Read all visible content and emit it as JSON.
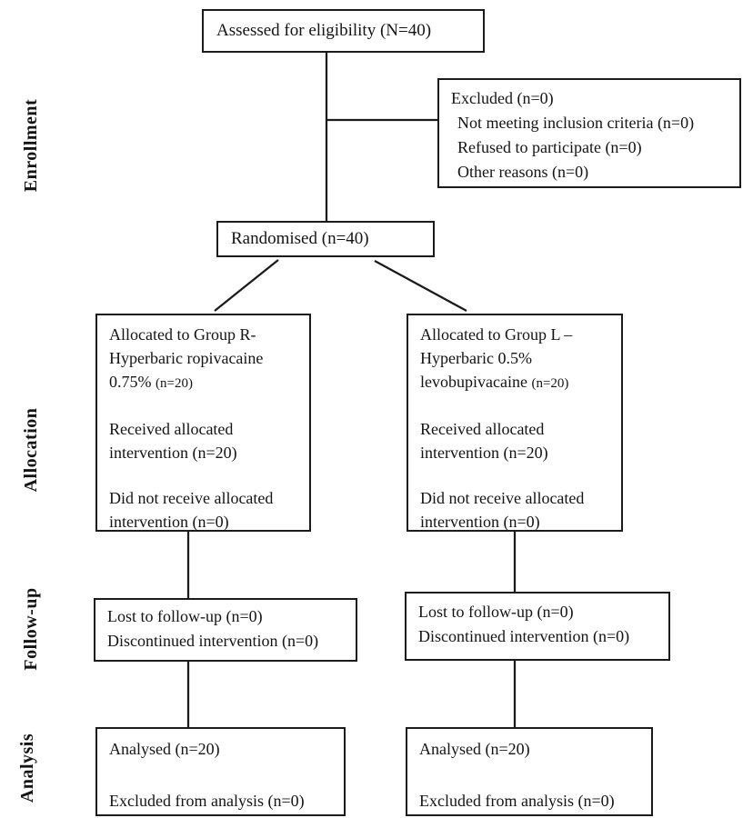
{
  "stage_labels": {
    "enrollment": "Enrollment",
    "allocation": "Allocation",
    "followup": "Follow-up",
    "analysis": "Analysis"
  },
  "boxes": {
    "assessed": {
      "line1": "Assessed for eligibility (N=40)"
    },
    "excluded": {
      "line1": "Excluded (n=0)",
      "line2": "Not meeting inclusion criteria (n=0)",
      "line3": "Refused to participate (n=0)",
      "line4": "Other reasons (n=0)"
    },
    "randomised": {
      "line1": "Randomised (n=40)"
    },
    "alloc_left": {
      "line1": "Allocated to Group R-",
      "line2": "Hyperbaric ropivacaine",
      "line3_main": "0.75% ",
      "line3_small": "(n=20)",
      "line4": "Received allocated",
      "line5": "intervention (n=20)",
      "line6": "Did not receive allocated",
      "line7": "intervention (n=0)"
    },
    "alloc_right": {
      "line1": "Allocated to Group L –",
      "line2": "Hyperbaric 0.5%",
      "line3_main": "levobupivacaine ",
      "line3_small": "(n=20)",
      "line4": "Received allocated",
      "line5": "intervention (n=20)",
      "line6": "Did not receive allocated",
      "line7": "intervention (n=0)"
    },
    "followup_left": {
      "line1": "Lost to follow-up (n=0)",
      "line2": "Discontinued intervention (n=0)"
    },
    "followup_right": {
      "line1": "Lost to follow-up (n=0)",
      "line2": "Discontinued intervention (n=0)"
    },
    "analysis_left": {
      "line1": "Analysed (n=20)",
      "line2": "Excluded from analysis (n=0)"
    },
    "analysis_right": {
      "line1": "Analysed (n=20)",
      "line2": "Excluded from analysis (n=0)"
    }
  },
  "colors": {
    "line": "#1b1b1b",
    "background": "#ffffff",
    "text": "#141414"
  }
}
